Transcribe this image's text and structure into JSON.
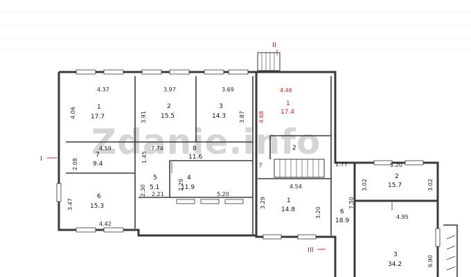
{
  "watermark": "Zdanie.info",
  "section_marks": {
    "top": "II",
    "left": "I",
    "bottom": "III"
  },
  "rooms": {
    "r1": {
      "num": "1",
      "area": "17.7",
      "w": "4.37",
      "h": "4.06"
    },
    "r2": {
      "num": "2",
      "area": "15.5",
      "w": "3.97",
      "h": "3.91"
    },
    "r3": {
      "num": "3",
      "area": "14.3",
      "w": "3.69",
      "h": "3.87"
    },
    "r7": {
      "num": "7",
      "area": "9.4",
      "w": "4.59",
      "h": "2.08"
    },
    "r6": {
      "num": "6",
      "area": "15.3",
      "w": "4.42",
      "h": "3.47"
    },
    "r5": {
      "num": "5",
      "area": "5.1",
      "w": "2.21",
      "h": "2.30"
    },
    "r4": {
      "num": "4",
      "area": "11.9",
      "w": "5.20",
      "h": "2.29"
    },
    "r8": {
      "num": "8",
      "area": "11.6",
      "w": "7.74",
      "h": "1.45"
    },
    "rR1": {
      "num": "1",
      "area": "17.4",
      "w": "4.46",
      "h": "4.68"
    },
    "rR2": {
      "num": "2"
    },
    "rR7": {
      "num": "7"
    },
    "rRB1": {
      "num": "1",
      "area": "14.8",
      "w": "4.54",
      "h": "3.29",
      "h2": "3.20"
    },
    "rE6": {
      "num": "6",
      "area": "18.9",
      "w": "1.77",
      "h": "7.50"
    },
    "rE2": {
      "num": "2",
      "area": "15.7",
      "w": "5.20",
      "h": "3.02",
      "h2": "3.02"
    },
    "rE3": {
      "num": "3",
      "area": "34.2",
      "w": "4.95",
      "h": "6.90"
    }
  }
}
